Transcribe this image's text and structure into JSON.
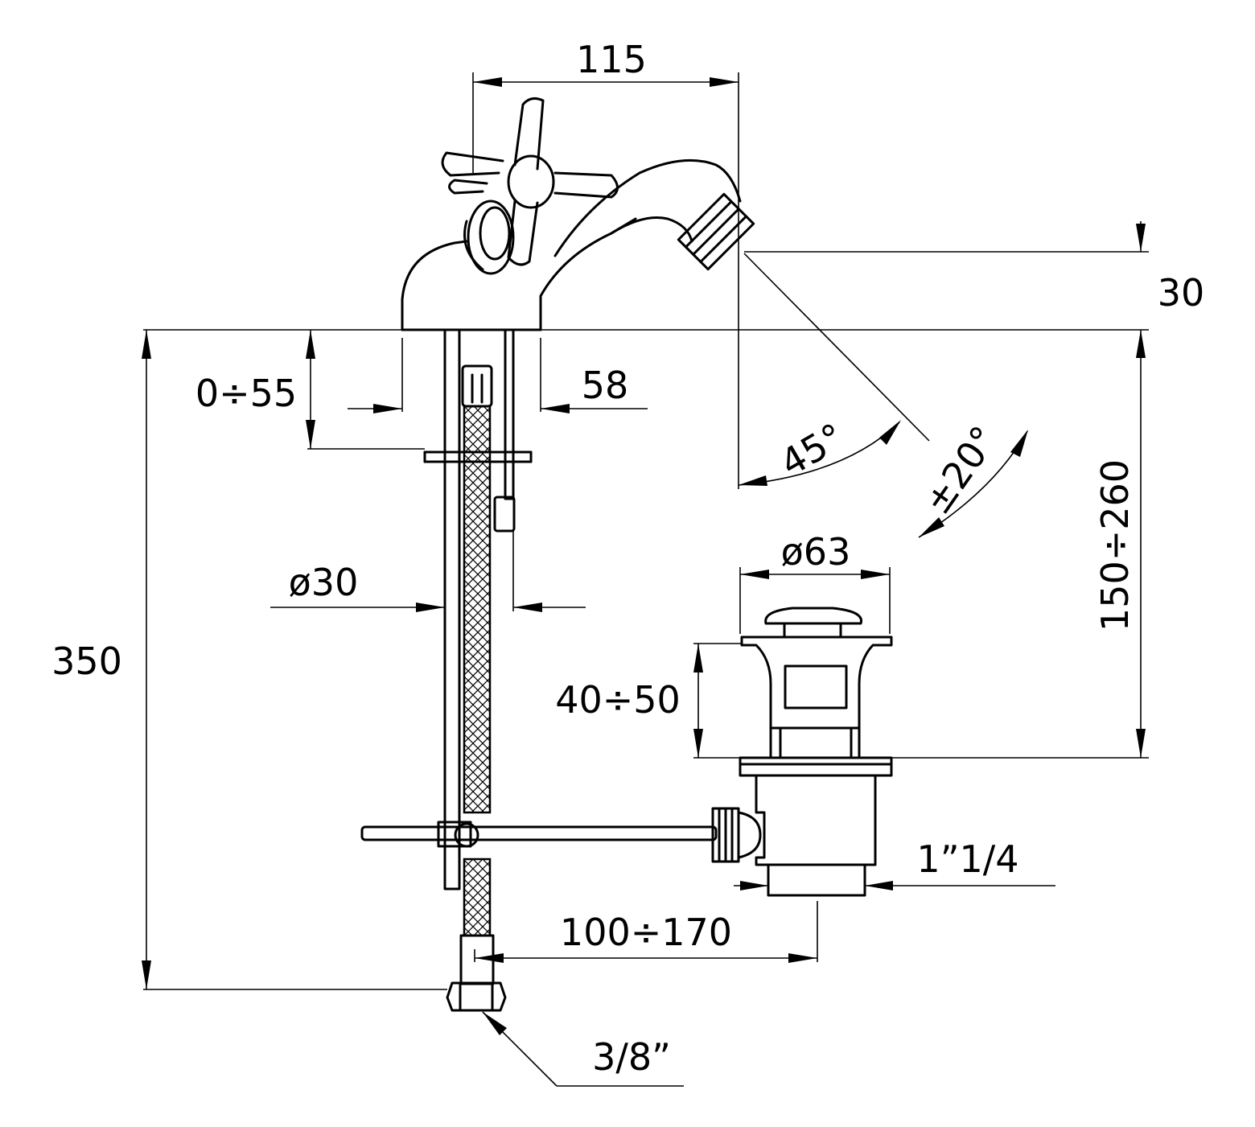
{
  "colors": {
    "ink": "#000000",
    "background": "#ffffff"
  },
  "dimensions": {
    "width_top": "115",
    "height_spout": "30",
    "deck_thickness": "0÷55",
    "base_diameter": "58",
    "spout_angle": "45°",
    "spout_tilt": "±20°",
    "waste_diameter": "ø63",
    "range_height": "150÷260",
    "shank_diameter": "ø30",
    "total_height": "350",
    "waste_height": "40÷50",
    "waste_thread": "1”1/4",
    "rod_range": "100÷170",
    "connector": "3/8”"
  }
}
